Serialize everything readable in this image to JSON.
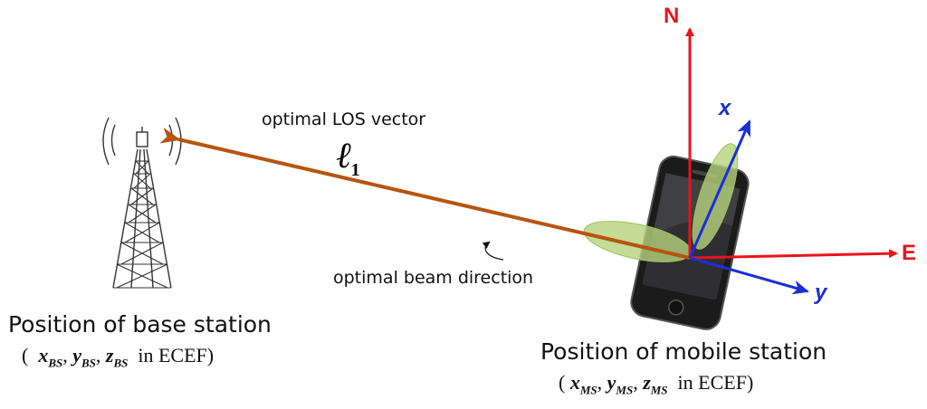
{
  "diagram": {
    "los_vector": {
      "title": "optimal LOS vector",
      "symbol": "ℓ",
      "subscript": "1"
    },
    "beam_label": "optimal beam direction",
    "base_station": {
      "title": "Position of base station",
      "coord_open": "(",
      "x": "x",
      "x_sub": "BS",
      "y": "y",
      "y_sub": "BS",
      "z": "z",
      "z_sub": "BS",
      "frame": "in ECEF)"
    },
    "mobile_station": {
      "title": "Position of mobile station",
      "coord_open": "(",
      "x": "x",
      "x_sub": "MS",
      "y": "y",
      "y_sub": "MS",
      "z": "z",
      "z_sub": "MS",
      "frame": "in ECEF)"
    },
    "axes": {
      "north": "N",
      "east": "E",
      "body_x": "x",
      "body_y": "y"
    },
    "colors": {
      "enu_axes": "#e8141c",
      "body_axes": "#1a2fd6",
      "los_arrow": "#b85410",
      "beam_lobe": "#b5d37c",
      "tower": "#333333"
    }
  }
}
